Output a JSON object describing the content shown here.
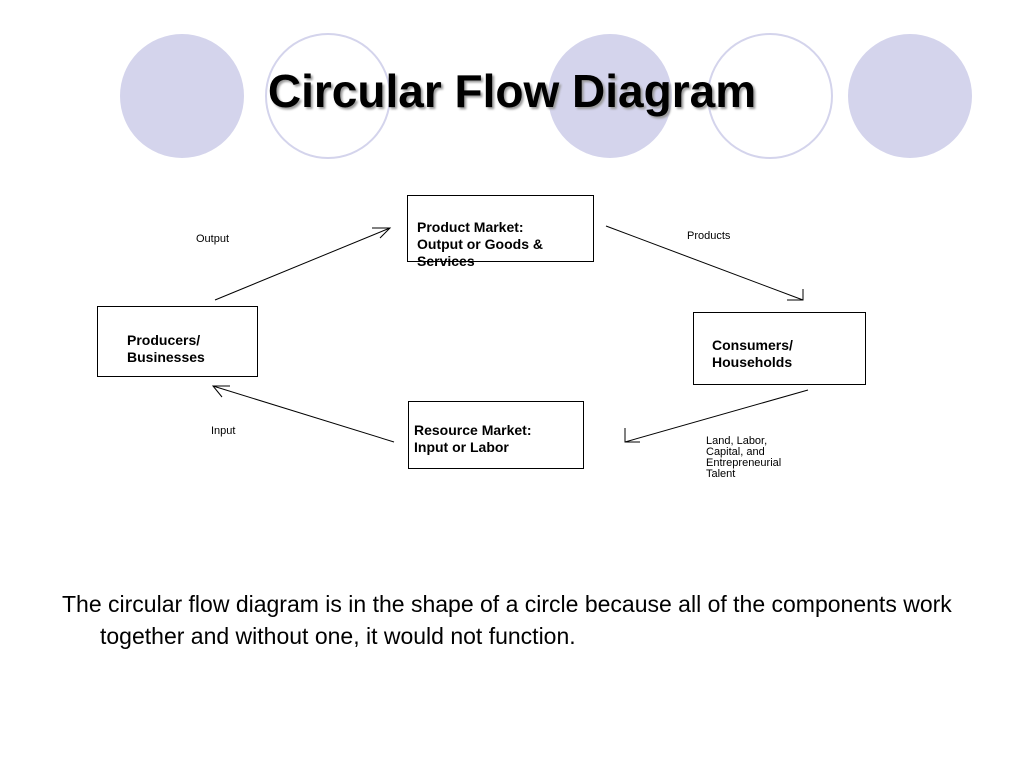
{
  "slide": {
    "title": "Circular Flow Diagram",
    "caption": "The circular flow diagram is in the shape of a circle because all of the components work together and without one, it would not function."
  },
  "diagram": {
    "nodes": {
      "product_market": "Product Market:\nOutput or Goods &\nServices",
      "producers": "Producers/\nBusinesses",
      "consumers": "Consumers/\nHouseholds",
      "resource_market": "Resource Market:\nInput or Labor"
    },
    "flow_labels": {
      "output": "Output",
      "products": "Products",
      "input": "Input",
      "resources": "Land, Labor,\nCapital, and\nEntrepreneurial\nTalent"
    }
  },
  "colors": {
    "decor_fill": "#d4d4ec",
    "decor_stroke": "#d4d4ec"
  }
}
